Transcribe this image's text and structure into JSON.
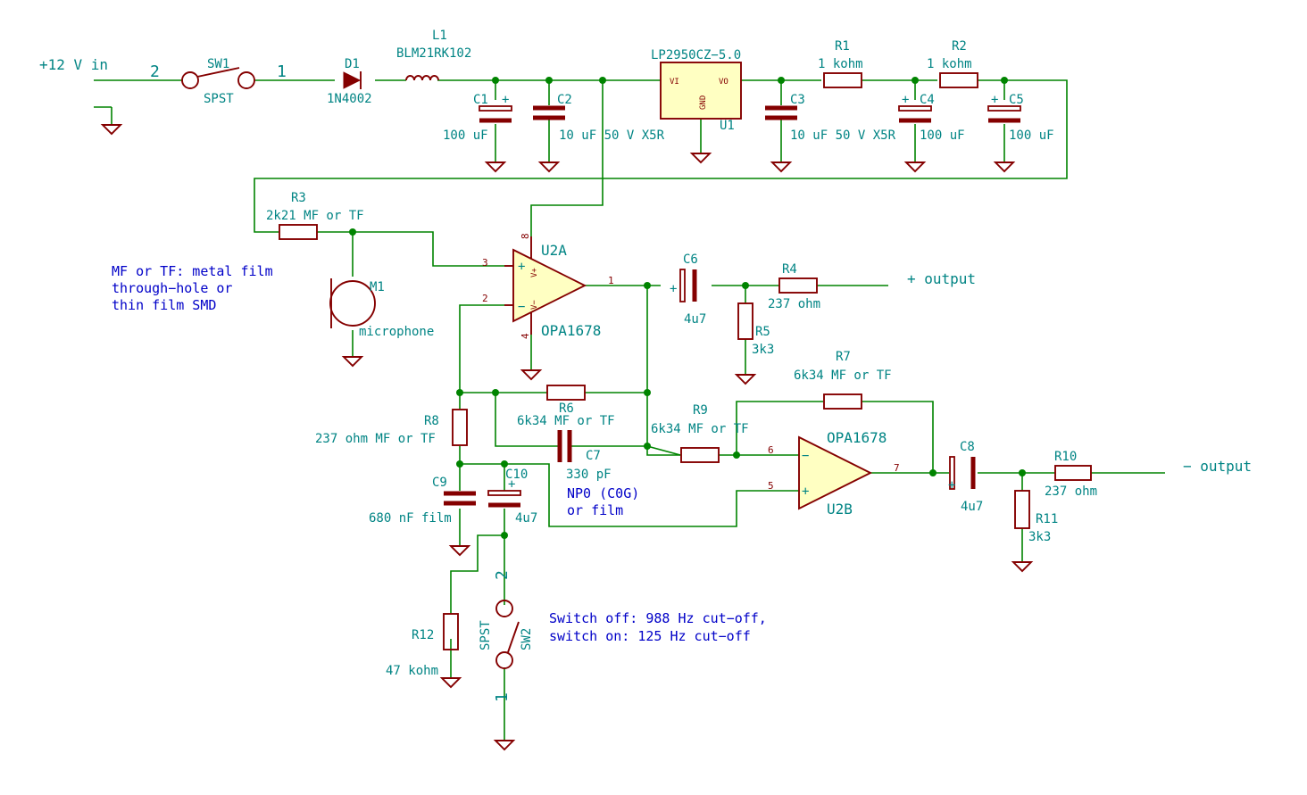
{
  "nets": {
    "vin": "+12 V in",
    "out_pos": "+ output",
    "out_neg": "− output"
  },
  "notes": {
    "mf_tf": [
      "MF or TF: metal film",
      "through−hole or",
      "thin film SMD"
    ],
    "switch": [
      "Switch off: 988 Hz cut−off,",
      "switch on: 125 Hz cut−off"
    ],
    "c7": [
      "NP0 (C0G)",
      "or film"
    ]
  },
  "parts": {
    "sw1": {
      "ref": "SW1",
      "value": "SPST",
      "pin_a": "2",
      "pin_b": "1"
    },
    "d1": {
      "ref": "D1",
      "value": "1N4002"
    },
    "l1": {
      "ref": "L1",
      "value": "BLM21RK102"
    },
    "c1": {
      "ref": "C1",
      "value": "100 uF"
    },
    "c2": {
      "ref": "C2",
      "value": "10 uF 50 V X5R"
    },
    "u1": {
      "ref": "U1",
      "value": "LP2950CZ−5.0",
      "pin_vi": "VI",
      "pin_vo": "VO",
      "pin_gnd": "GND"
    },
    "c3": {
      "ref": "C3",
      "value": "10 uF 50 V X5R"
    },
    "r1": {
      "ref": "R1",
      "value": "1 kohm"
    },
    "c4": {
      "ref": "C4",
      "value": "100 uF"
    },
    "r2": {
      "ref": "R2",
      "value": "1 kohm"
    },
    "c5": {
      "ref": "C5",
      "value": "100 uF"
    },
    "r3": {
      "ref": "R3",
      "value": "2k21 MF or TF"
    },
    "m1": {
      "ref": "M1",
      "value": "microphone"
    },
    "u2a": {
      "ref": "U2A",
      "value": "OPA1678",
      "pin3": "3",
      "pin2": "2",
      "pin8": "8",
      "pin4": "4",
      "pin1": "1",
      "vp": "V+",
      "vm": "V−"
    },
    "c6": {
      "ref": "C6",
      "value": "4u7"
    },
    "r4": {
      "ref": "R4",
      "value": "237 ohm"
    },
    "r5": {
      "ref": "R5",
      "value": "3k3"
    },
    "r6": {
      "ref": "R6",
      "value": "6k34 MF or TF"
    },
    "c7": {
      "ref": "C7",
      "value": "330 pF"
    },
    "r7": {
      "ref": "R7",
      "value": "6k34 MF or TF"
    },
    "r8": {
      "ref": "R8",
      "value": "237 ohm MF or TF"
    },
    "r9": {
      "ref": "R9",
      "value": "6k34 MF or TF"
    },
    "u2b": {
      "ref": "U2B",
      "value": "OPA1678",
      "pin6": "6",
      "pin5": "5",
      "pin7": "7"
    },
    "c8": {
      "ref": "C8",
      "value": "4u7"
    },
    "r10": {
      "ref": "R10",
      "value": "237 ohm"
    },
    "r11": {
      "ref": "R11",
      "value": "3k3"
    },
    "c9": {
      "ref": "C9",
      "value": "680 nF film"
    },
    "c10": {
      "ref": "C10",
      "value": "4u7"
    },
    "r12": {
      "ref": "R12",
      "value": "47 kohm"
    },
    "sw2": {
      "ref": "SW2",
      "value": "SPST",
      "pin_a": "2",
      "pin_b": "1"
    }
  },
  "symbols": {
    "plus": "+",
    "minus": "−"
  },
  "colors": {
    "wire": "#008400",
    "component": "#840000",
    "label": "#008484",
    "note": "#0000c8",
    "fill": "#ffffc2"
  }
}
